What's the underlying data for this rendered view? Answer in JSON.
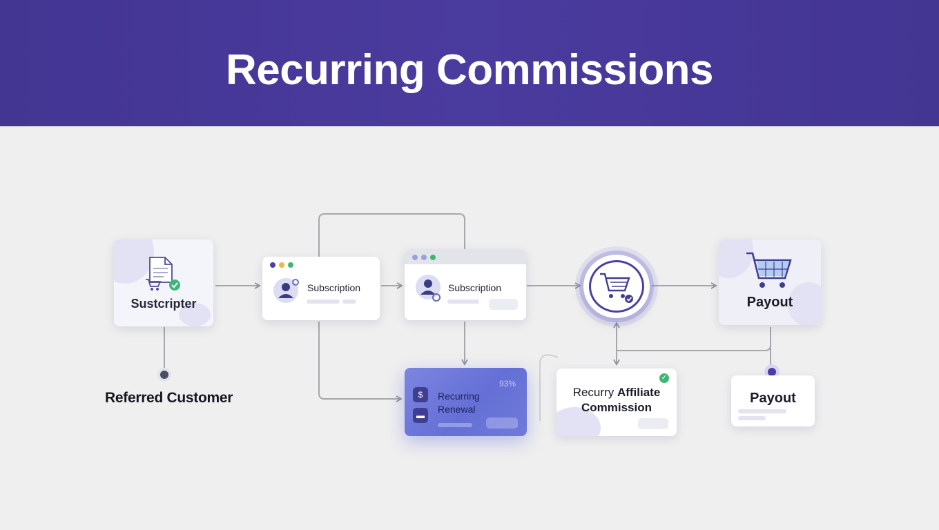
{
  "header": {
    "title": "Recurring Commissions",
    "background": "#433592"
  },
  "nodes": {
    "subscriber": {
      "label": "Sustcripter",
      "icon": "document-cart-icon"
    },
    "subscription_1": {
      "label": "Subscription",
      "icon": "user-gear-icon"
    },
    "subscription_2": {
      "label": "Subscription",
      "icon": "user-gear-icon"
    },
    "cart_hub": {
      "icon": "shopping-cart-check-icon"
    },
    "payout_1": {
      "label": "Payout",
      "icon": "shopping-cart-icon"
    },
    "recurring_renewal": {
      "label_line1": "Recurring",
      "label_line2": "Renewal",
      "percent": "93%"
    },
    "affiliate_commission": {
      "label_prefix": "Recurry",
      "label_bold": "Affiliate",
      "label_line2": "Commission"
    },
    "payout_2": {
      "label": "Payout"
    }
  },
  "labels": {
    "referred_customer": "Referred Customer"
  },
  "colors": {
    "accent": "#4a3fa6",
    "renewal_gradient_start": "#7d85e0",
    "renewal_gradient_end": "#6570d6",
    "check_green": "#3fb774"
  }
}
